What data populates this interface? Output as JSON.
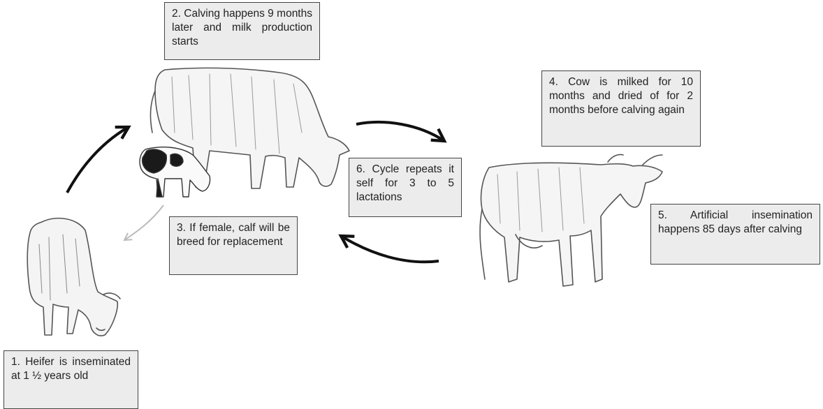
{
  "steps": {
    "step1": "1. Heifer is inseminated at 1 ½ years old",
    "step2": "2. Calving happens 9 months later and milk production starts",
    "step3": "3. If female, calf will be breed for replacement",
    "step4": "4. Cow is milked for 10 months and dried of for 2 months before calving again",
    "step5": "5. Artificial insemination happens 85 days after calving",
    "step6": "6. Cycle repeats it self for 3 to 5 lactations"
  },
  "illustrations": {
    "heifer": "grazing-heifer-sketch",
    "cow_with_calf": "cow-and-calf-sketch",
    "milking_cow": "dairy-cow-sketch"
  }
}
